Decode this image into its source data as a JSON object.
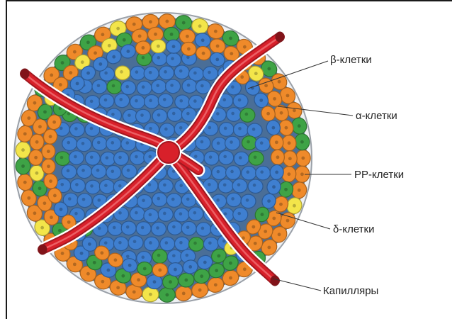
{
  "labels": {
    "beta": "β-клетки",
    "alpha": "α-клетки",
    "pp": "PP-клетки",
    "delta": "δ-клетки",
    "capillaries": "Капилляры"
  },
  "colors": {
    "beta_cell": "#3f7fd0",
    "alpha_cell": "#ef8a2a",
    "pp_cell": "#3ea346",
    "delta_cell": "#f3e54a",
    "capillary": "#d8202a",
    "membrane": "#9aa0a8"
  }
}
